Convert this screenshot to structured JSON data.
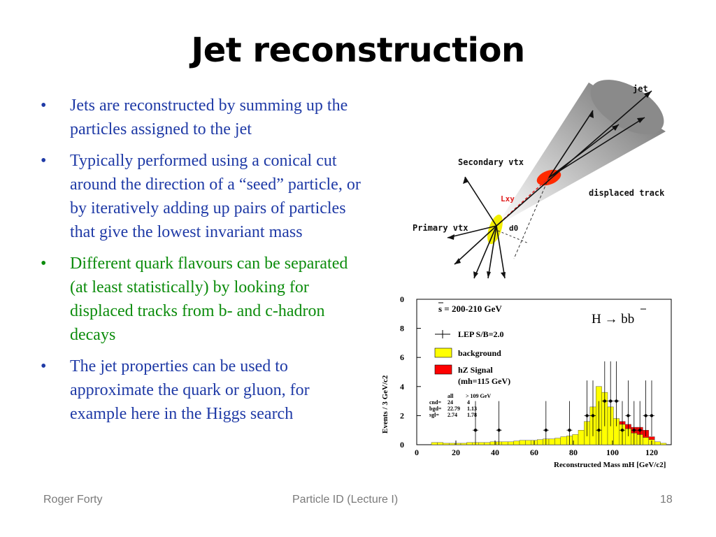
{
  "slide": {
    "title": "Jet reconstruction",
    "bullets": [
      {
        "text": "Jets are reconstructed by summing up the particles assigned to the jet",
        "color": "#1f3aa6"
      },
      {
        "text": "Typically performed using a conical cut around the direction of a “seed” particle, or by iteratively adding up pairs of particles that give the lowest invariant mass",
        "color": "#1f3aa6"
      },
      {
        "text": "Different quark flavours can be separated (at least statistically) by looking for displaced tracks from b- and c-hadron decays",
        "color": "#0c8c0c"
      },
      {
        "text": "The jet properties can be used to approximate the quark or gluon, for example here in the Higgs search",
        "color": "#1f3aa6"
      }
    ]
  },
  "footer": {
    "author": "Roger Forty",
    "course": "Particle ID  (Lecture I)",
    "page": "18"
  },
  "jet_diagram": {
    "jet_label": "jet",
    "secondary_label": "Secondary vtx",
    "displaced_label": "displaced track",
    "primary_label": "Primary vtx",
    "L_label": "Lxy",
    "d0_label": "d0"
  },
  "plot_labels": {
    "energy": "s = 200-210 GeV",
    "process": "H → bb",
    "legend": [
      "LEP S/B=2.0",
      "background",
      "hZ Signal",
      "(mh=115 GeV)"
    ],
    "table_header": [
      "all",
      "> 109 GeV"
    ],
    "table_rows": [
      [
        "cnd=",
        "24",
        "4"
      ],
      [
        "bgd=",
        "22.79",
        "1.13"
      ],
      [
        "sgl=",
        "2.74",
        "1.78"
      ]
    ],
    "ylabel": "Events / 3 GeV/c2",
    "xlabel": "Reconstructed Mass mH [GeV/c2]"
  },
  "chart_data": {
    "type": "bar",
    "xlim": [
      0,
      130
    ],
    "ylim": [
      0,
      10
    ],
    "xticks": [
      0,
      20,
      40,
      60,
      80,
      100,
      120
    ],
    "yticks": [
      "0",
      "2",
      "4",
      "6",
      "8",
      "0"
    ],
    "bins": [
      9,
      12,
      15,
      18,
      21,
      24,
      27,
      30,
      33,
      36,
      39,
      42,
      45,
      48,
      51,
      54,
      57,
      60,
      63,
      66,
      69,
      72,
      75,
      78,
      81,
      84,
      87,
      90,
      93,
      96,
      99,
      102,
      105,
      108,
      111,
      114,
      117,
      120,
      123,
      126
    ],
    "background": [
      0.15,
      0.15,
      0.1,
      0.1,
      0.1,
      0.1,
      0.15,
      0.15,
      0.15,
      0.15,
      0.2,
      0.2,
      0.2,
      0.2,
      0.25,
      0.3,
      0.3,
      0.3,
      0.35,
      0.4,
      0.4,
      0.45,
      0.55,
      0.6,
      0.7,
      1.0,
      1.6,
      2.6,
      4.0,
      3.6,
      2.6,
      1.8,
      1.4,
      1.1,
      0.8,
      0.7,
      0.5,
      0.35,
      0.2,
      0.1
    ],
    "signal": [
      0,
      0,
      0,
      0,
      0,
      0,
      0,
      0,
      0,
      0,
      0,
      0,
      0,
      0,
      0,
      0,
      0,
      0,
      0,
      0,
      0,
      0,
      0,
      0,
      0,
      0,
      0,
      0,
      0,
      0,
      0,
      0,
      0.2,
      0.3,
      0.4,
      0.5,
      0.5,
      0.2,
      0,
      0
    ],
    "data_points": [
      [
        30,
        1
      ],
      [
        42,
        1
      ],
      [
        66,
        1
      ],
      [
        78,
        1
      ],
      [
        87,
        2
      ],
      [
        90,
        2
      ],
      [
        93,
        1
      ],
      [
        96,
        3
      ],
      [
        99,
        3
      ],
      [
        102,
        3
      ],
      [
        105,
        1
      ],
      [
        108,
        2
      ],
      [
        111,
        1
      ],
      [
        114,
        1
      ],
      [
        117,
        2
      ],
      [
        120,
        2
      ]
    ]
  }
}
